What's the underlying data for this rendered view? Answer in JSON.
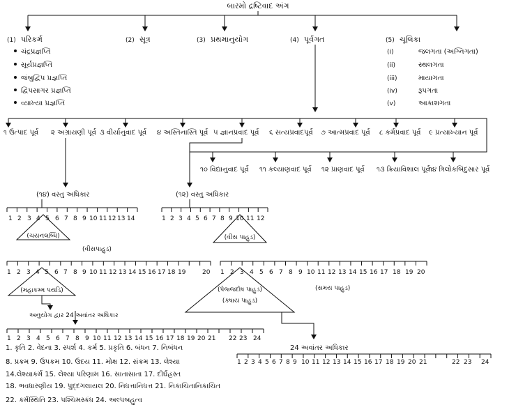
{
  "root": "બારમો દ્રષ્ટિવાદ અંગ",
  "branches": [
    {
      "num": "(1)",
      "label": "પરિકર્મ"
    },
    {
      "num": "(2)",
      "label": "સૂત્ર"
    },
    {
      "num": "(3)",
      "label": "પ્રથમાનુયોગ"
    },
    {
      "num": "(4)",
      "label": "પૂર્વગત"
    },
    {
      "num": "(5)",
      "label": "ચૂલિકા"
    }
  ],
  "parikarma_items": [
    "ચંદ્રપ્રજ્ઞપ્તિ",
    "સૂર્યપ્રજ્ઞપ્તિ",
    "જંબુદ્વિપ પ્રજ્ઞપ્તિ",
    "દ્વિપસાગર પ્રજ્ઞપ્તિ",
    "વ્યાખ્યા પ્રજ્ઞપ્તિ"
  ],
  "chulika_items": [
    {
      "num": "(i)",
      "label": "જલગતા (અગ્નિગતા)"
    },
    {
      "num": "(ii)",
      "label": "સ્થલગતા"
    },
    {
      "num": "(iii)",
      "label": "માયાગતા"
    },
    {
      "num": "(iv)",
      "label": "રૂપગતા"
    },
    {
      "num": "(v)",
      "label": "આકાશગતા"
    }
  ],
  "purva_row1": [
    "૧ ઉત્પાદ પૂર્વ",
    "૨ અગ્રાયણી પૂર્વ",
    "૩ વીર્યાનુવાદ પૂર્વ",
    "૪ અસ્તિનાસ્તિ પૂર્વ",
    "૫ જ્ઞાનપ્રવાદ પૂર્વ",
    "૬ સત્યપ્રવાદપૂર્વ",
    "૭ આત્મપ્રવાદ પૂર્વ",
    "૮ કર્મપ્રવાદ પૂર્વ",
    "૯ પ્રત્યાખ્યાન પૂર્વ"
  ],
  "purva_row2": [
    "૧૦ વિદ્યાનુવાદ પૂર્વ",
    "૧૧ કલ્યાણવાદ પૂર્વ",
    "૧૨ પ્રાણવાદ પૂર્વ",
    "૧૩ ક્રિયાવિશાલ પૂર્વ",
    "૧૪ ત્રિલોકબિંદુસાર પૂર્વ"
  ],
  "left_chain": {
    "vastu": "(૧૪) વસ્તુ અધિકાર",
    "tri1": "(ચયનલબ્ધિ)",
    "pahud": "(વીસપાહુડ)",
    "tri2": "(મહાકમ્મ પયડિ)",
    "anuyoga": "અનુયોગ દ્વાર 24 અવાંતર અધિકાર"
  },
  "right_chain": {
    "vastu": "(૧૨) વસ્તુ અધિકાર",
    "tri1": "(વીસ પાહુડ)",
    "tri2a": "(પેજ્જદોષ પાહુડ)",
    "tri2b": "(કષાય પાહુડ)",
    "samay": "(સમય પાહુડ)",
    "avantar": "24 અવાંતર અધિકાર"
  },
  "adhikar_lines": [
    "1. કૃતિ 2. વેદના 3. સ્પર્શ 4. કર્મ 5. પ્રકૃતિ 6. બંધન 7. નિબંધન",
    "8. પ્રક્રમ 9. ઉપક્રમ 10. ઉદય 11. મોક્ષ 12. સંક્રમ 13. લેશ્યા",
    "14.લેશ્યાકર્મ 15. લેશ્યા પરિણામ 16. સાતાસાતા 17. દીર્ઘહ્રસ્ત",
    "18. ભવધારણીય 19. પુદ્દગલાયલ 20. નિધત્તાનિધત્ત 21. નિકાચિતાનિકાચિત",
    "22. કર્મસ્થિતિ 23. પશ્ચિમસ્કંધ 24. અલ્પબહુત્વ"
  ]
}
